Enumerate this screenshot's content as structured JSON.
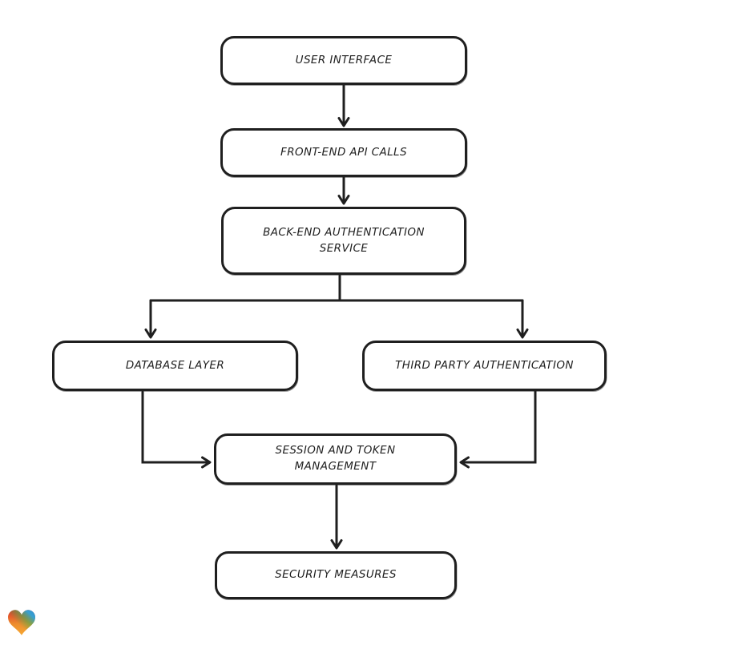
{
  "diagram": {
    "background": "#ffffff",
    "stroke_color": "#1f1f1f",
    "box_fill": "#ffffff",
    "nodes": [
      {
        "id": "user-interface",
        "label": "USER INTERFACE"
      },
      {
        "id": "front-end-api-calls",
        "label": "FRONT-END API CALLS"
      },
      {
        "id": "back-end-auth-service",
        "label": "BACK-END AUTHENTICATION\nSERVICE"
      },
      {
        "id": "database-layer",
        "label": "DATABASE LAYER"
      },
      {
        "id": "third-party-auth",
        "label": "THIRD PARTY AUTHENTICATION"
      },
      {
        "id": "session-token-mgmt",
        "label": "SESSION AND TOKEN\nMANAGEMENT"
      },
      {
        "id": "security-measures",
        "label": "SECURITY MEASURES"
      }
    ],
    "edges": [
      {
        "from": "user-interface",
        "to": "front-end-api-calls"
      },
      {
        "from": "front-end-api-calls",
        "to": "back-end-auth-service"
      },
      {
        "from": "back-end-auth-service",
        "to": "database-layer"
      },
      {
        "from": "back-end-auth-service",
        "to": "third-party-auth"
      },
      {
        "from": "database-layer",
        "to": "session-token-mgmt"
      },
      {
        "from": "third-party-auth",
        "to": "session-token-mgmt"
      },
      {
        "from": "session-token-mgmt",
        "to": "security-measures"
      }
    ]
  },
  "logo": {
    "name": "gradient-heart-logo",
    "colors": {
      "red": "#e1342c",
      "orange": "#f7a832",
      "blue": "#2f9ad4",
      "green_blend": "#5cae4a"
    }
  }
}
